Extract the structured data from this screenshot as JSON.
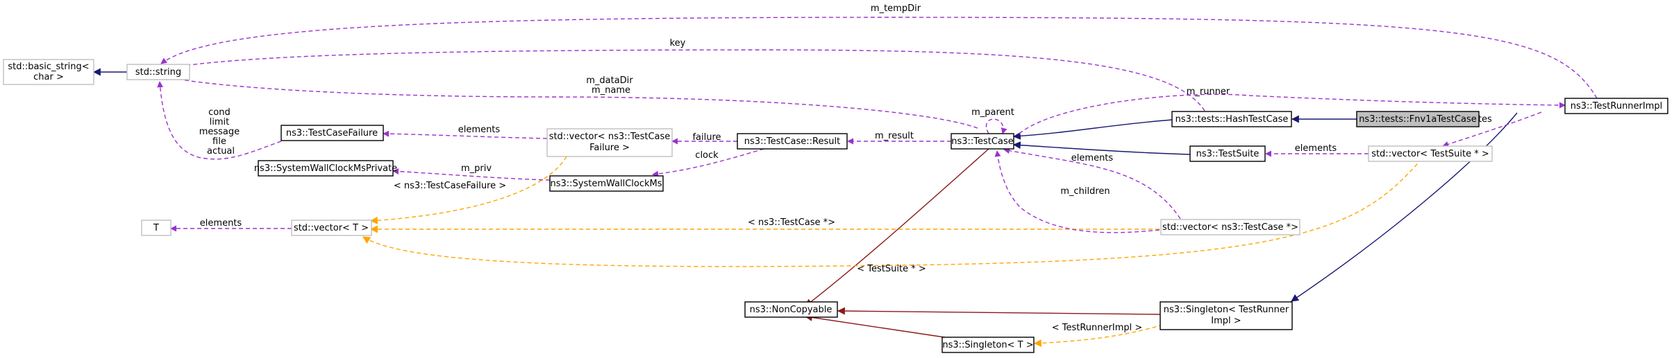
{
  "colors": {
    "usage": "#9a32cd",
    "inherit": "#191970",
    "private_inherit": "#8b1a1a",
    "template": "#ffa500",
    "border_normal": "#000000",
    "border_light": "#bfbfbf",
    "focus_fill": "#bfbfbf"
  },
  "nodes": {
    "basic_string": {
      "lines": [
        "std::basic_string<",
        "char >"
      ]
    },
    "string": {
      "lines": [
        "std::string"
      ]
    },
    "testcasefailure": {
      "lines": [
        "ns3::TestCaseFailure"
      ]
    },
    "vec_failure": {
      "lines": [
        "std::vector< ns3::TestCase",
        "Failure >"
      ]
    },
    "result": {
      "lines": [
        "ns3::TestCase::Result"
      ]
    },
    "testcase": {
      "lines": [
        "ns3::TestCase"
      ]
    },
    "hashtestcase": {
      "lines": [
        "ns3::tests::HashTestCase"
      ]
    },
    "fnv": {
      "lines": [
        "ns3::tests::Fnv1aTestCase"
      ]
    },
    "runnerimpl": {
      "lines": [
        "ns3::TestRunnerImpl"
      ]
    },
    "clockpriv": {
      "lines": [
        "ns3::SystemWallClockMsPrivate"
      ]
    },
    "clock": {
      "lines": [
        "ns3::SystemWallClockMs"
      ]
    },
    "testsuite": {
      "lines": [
        "ns3::TestSuite"
      ]
    },
    "vec_suite": {
      "lines": [
        "std::vector< TestSuite * >"
      ]
    },
    "vec_testcase": {
      "lines": [
        "std::vector< ns3::TestCase *>"
      ]
    },
    "T": {
      "lines": [
        "T"
      ]
    },
    "vec_T": {
      "lines": [
        "std::vector< T >"
      ]
    },
    "noncopyable": {
      "lines": [
        "ns3::NonCopyable"
      ]
    },
    "singleton_runner": {
      "lines": [
        "ns3::Singleton< TestRunner",
        "Impl >"
      ]
    },
    "singleton_T": {
      "lines": [
        "ns3::Singleton< T >"
      ]
    }
  },
  "edges": {
    "tempdir": {
      "lines": [
        "m_tempDir"
      ]
    },
    "key": {
      "lines": [
        "key"
      ]
    },
    "datadir": {
      "lines": [
        "m_dataDir",
        "m_name"
      ]
    },
    "failure_fields": {
      "lines": [
        "cond",
        "limit",
        "message",
        "file",
        "actual"
      ]
    },
    "elements_failure": {
      "lines": [
        "elements"
      ]
    },
    "failure": {
      "lines": [
        "failure"
      ]
    },
    "clock": {
      "lines": [
        "clock"
      ]
    },
    "priv": {
      "lines": [
        "m_priv"
      ]
    },
    "result": {
      "lines": [
        "m_result"
      ]
    },
    "parent": {
      "lines": [
        "m_parent"
      ]
    },
    "runner": {
      "lines": [
        "m_runner"
      ]
    },
    "suites": {
      "lines": [
        "m_suites"
      ]
    },
    "elements_suite": {
      "lines": [
        "elements"
      ]
    },
    "elements_case": {
      "lines": [
        "elements"
      ]
    },
    "children": {
      "lines": [
        "m_children"
      ]
    },
    "tpl_failure": {
      "lines": [
        "< ns3::TestCaseFailure >"
      ]
    },
    "elements_T": {
      "lines": [
        "elements"
      ]
    },
    "tpl_case": {
      "lines": [
        "< ns3::TestCase *>"
      ]
    },
    "tpl_suite": {
      "lines": [
        "< TestSuite * >"
      ]
    },
    "tpl_runner": {
      "lines": [
        "< TestRunnerImpl >"
      ]
    }
  }
}
